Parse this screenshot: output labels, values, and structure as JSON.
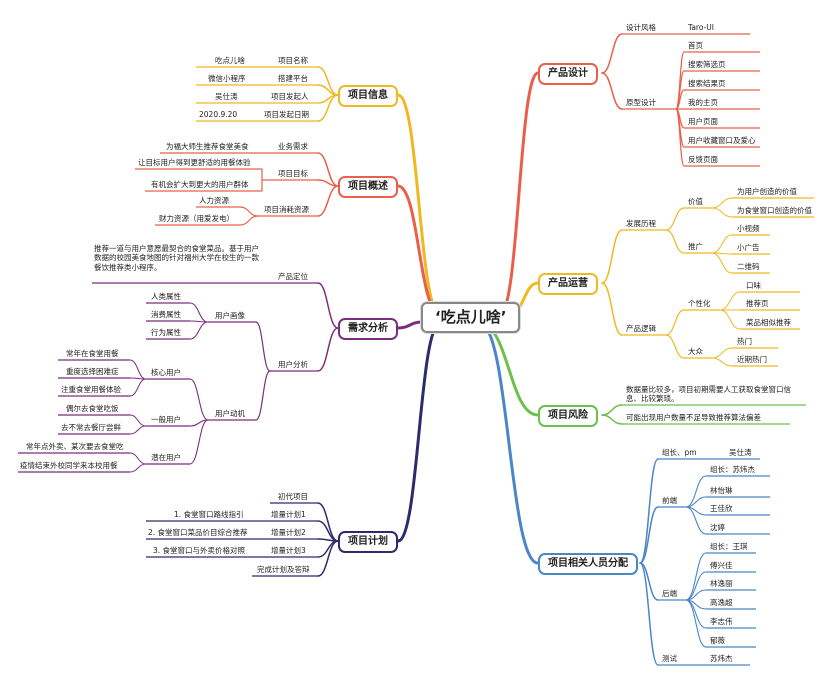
{
  "center": "‘吃点儿啥’",
  "branches": {
    "project_info": {
      "label": "项目信息",
      "color": "#F0B823",
      "items": [
        {
          "key": "项目名称",
          "value": "吃点儿啥"
        },
        {
          "key": "搭建平台",
          "value": "微信小程序"
        },
        {
          "key": "项目发起人",
          "value": "吴仕涛"
        },
        {
          "key": "项目发起日期",
          "value": "2020.9.20"
        }
      ]
    },
    "overview": {
      "label": "项目概述",
      "color": "#E8604C",
      "items": [
        {
          "key": "业务需求",
          "values": [
            "为福大师生推荐食堂美食"
          ]
        },
        {
          "key": "项目目标",
          "values": [
            "让目标用户得到更舒适的用餐体验",
            "有机会扩大到更大的用户群体"
          ]
        },
        {
          "key": "项目消耗资源",
          "values": [
            "人力资源",
            "财力资源（用爱发电）"
          ]
        }
      ]
    },
    "requirements": {
      "label": "需求分析",
      "color": "#7B2E7E",
      "positioning": {
        "label": "产品定位",
        "text": "推荐一道与用户意愿最契合的食堂菜品。基于用户数据的校园美食地图的针对福州大学在校生的一款餐饮推荐类小程序。"
      },
      "analysis": {
        "label": "用户分析",
        "portrait": {
          "label": "用户画像",
          "items": [
            "人类属性",
            "消费属性",
            "行为属性"
          ]
        },
        "motivation": {
          "label": "用户动机",
          "groups": [
            {
              "label": "核心用户",
              "items": [
                "常年在食堂用餐",
                "重度选择困难症",
                "注重食堂用餐体验"
              ]
            },
            {
              "label": "一般用户",
              "items": [
                "偶尔去食堂吃饭",
                "去不常去餐厅尝鲜"
              ]
            },
            {
              "label": "潜在用户",
              "items": [
                "常年点外卖、某次要去食堂吃",
                "疫情结束外校同学来本校用餐"
              ]
            }
          ]
        }
      }
    },
    "plan": {
      "label": "项目计划",
      "color": "#2D2A6E",
      "items": [
        {
          "key": "初代项目",
          "value": ""
        },
        {
          "key": "增量计划1",
          "value": "1. 食堂窗口路线指引"
        },
        {
          "key": "增量计划2",
          "value": "2. 食堂窗口菜品价目综合推荐"
        },
        {
          "key": "增量计划3",
          "value": "3. 食堂窗口与外卖价格对照"
        },
        {
          "key": "完成计划及答辩",
          "value": ""
        }
      ]
    },
    "design": {
      "label": "产品设计",
      "color": "#E8604C",
      "style": {
        "key": "设计风格",
        "value": "Taro-UI"
      },
      "pages": {
        "key": "原型设计",
        "items": [
          "首页",
          "搜索筛选页",
          "搜索结果页",
          "我的主页",
          "用户页面",
          "用户收藏窗口及爱心",
          "反馈页面"
        ]
      }
    },
    "operation": {
      "label": "产品运营",
      "color": "#F0B823",
      "history": {
        "label": "发展历程",
        "value": {
          "label": "价值",
          "items": [
            "为用户创造的价值",
            "为食堂窗口创造的价值"
          ]
        },
        "promo": {
          "label": "推广",
          "items": [
            "小视频",
            "小广告",
            "二维码"
          ]
        }
      },
      "logic": {
        "label": "产品逻辑",
        "personal": {
          "label": "个性化",
          "items": [
            "口味",
            "推荐页",
            "菜品相似推荐"
          ]
        },
        "mass": {
          "label": "大众",
          "items": [
            "热门",
            "近期热门"
          ]
        }
      }
    },
    "risk": {
      "label": "项目风险",
      "color": "#6DC04B",
      "items": [
        "数据量比较多，项目初期需要人工获取食堂窗口信息、比较繁琐。",
        "可能出现用户数量不足导致推荐算法偏差"
      ]
    },
    "staff": {
      "label": "项目相关人员分配",
      "color": "#4A86C8",
      "leader": {
        "key": "组长、pm",
        "value": "吴仕涛"
      },
      "frontend": {
        "label": "前端",
        "items": [
          "组长：苏炜杰",
          "林怡琳",
          "王佳欣",
          "沈婷"
        ]
      },
      "backend": {
        "label": "后端",
        "items": [
          "组长：王琪",
          "傅兴佳",
          "林逸丽",
          "高逸超",
          "李志伟",
          "郁薇"
        ]
      },
      "testing": {
        "key": "测试",
        "value": "苏炜杰"
      }
    }
  }
}
